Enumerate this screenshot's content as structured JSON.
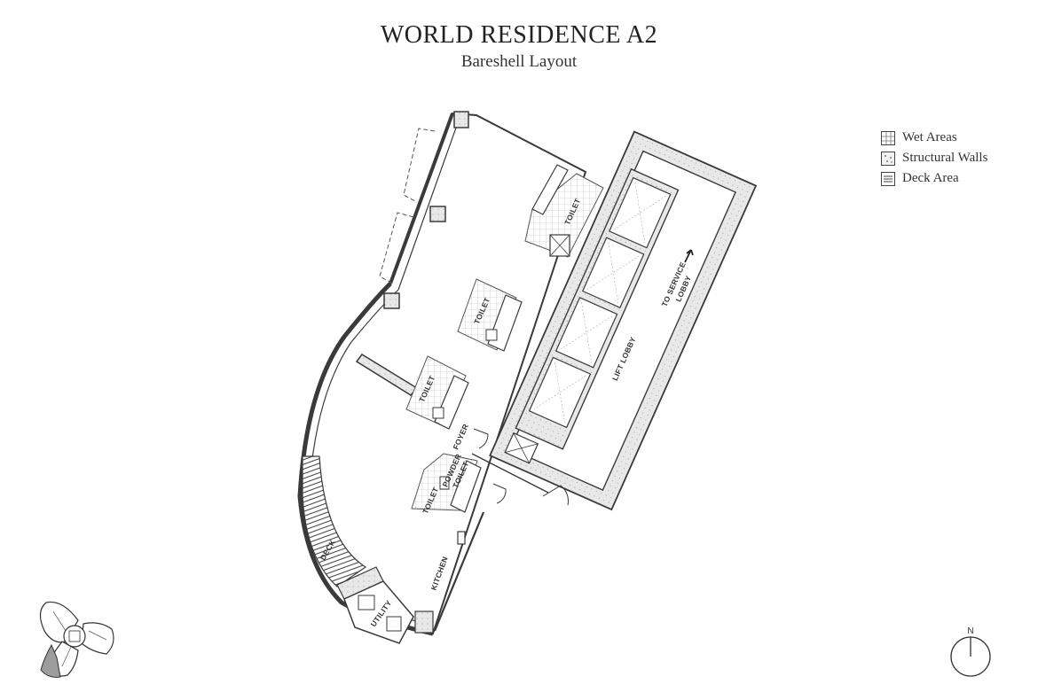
{
  "header": {
    "title": "WORLD RESIDENCE A2",
    "subtitle": "Bareshell Layout"
  },
  "legend": {
    "items": [
      {
        "label": "Wet Areas",
        "icon": "wet-area-swatch-icon"
      },
      {
        "label": "Structural Walls",
        "icon": "structural-wall-swatch-icon"
      },
      {
        "label": "Deck Area",
        "icon": "deck-area-swatch-icon"
      }
    ]
  },
  "rooms": {
    "toilet_1": "TOILET",
    "toilet_2": "TOILET",
    "toilet_3": "TOILET",
    "powder_toilet_line1": "POWDER",
    "powder_toilet_line2": "TOILET",
    "toilet_4": "TOILET",
    "foyer": "FOYER",
    "kitchen": "KITCHEN",
    "utility": "UTILITY",
    "deck": "DECK",
    "lift_lobby": "LIFT LOBBY",
    "service_lobby_line1": "TO SERVICE",
    "service_lobby_line2": "LOBBY"
  },
  "compass": {
    "label": "N"
  },
  "colors": {
    "wall": "#3a3a3a",
    "structural_fill": "#e2e2e2",
    "keyplan_highlight": "#9c9c9c"
  }
}
